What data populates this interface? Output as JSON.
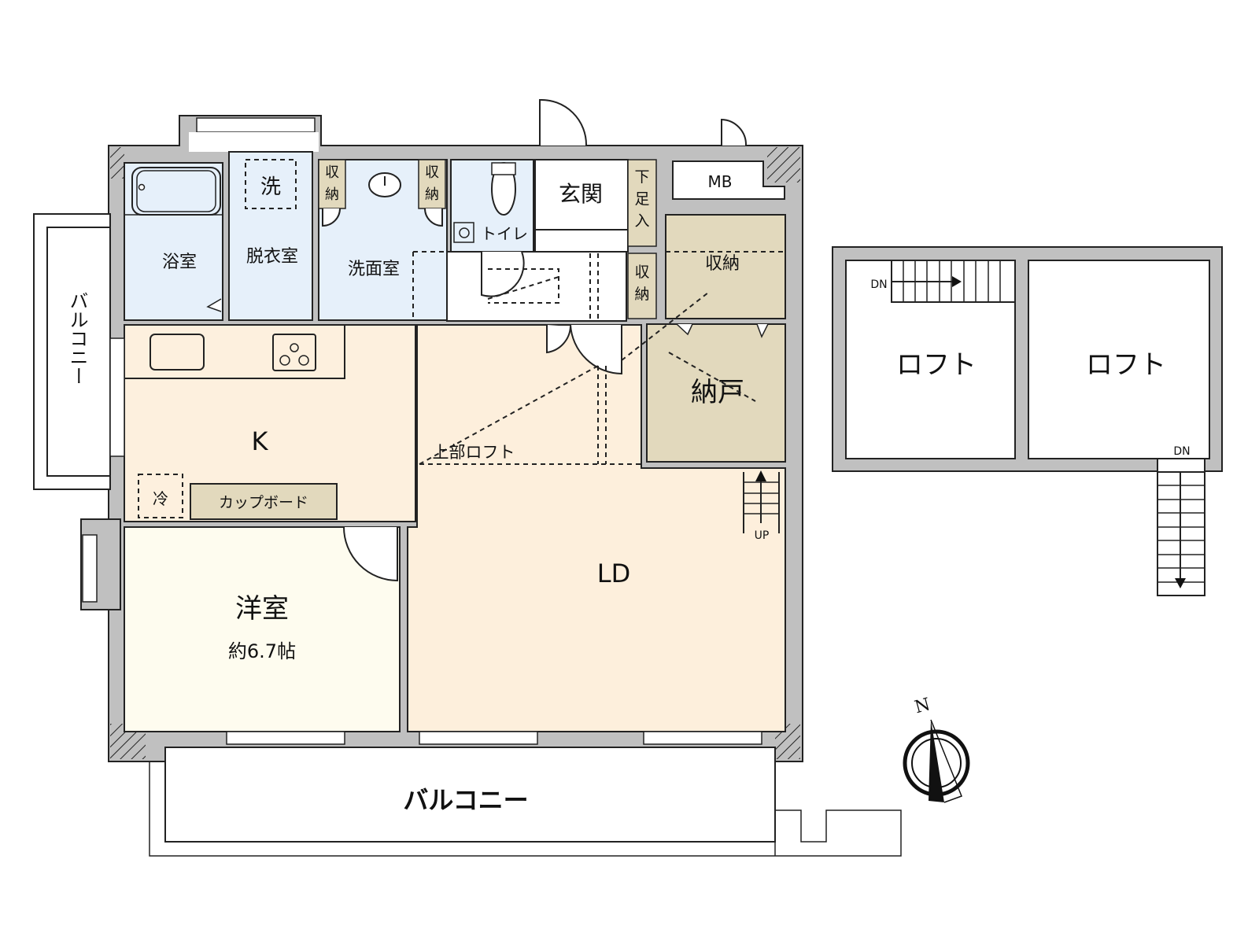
{
  "colors": {
    "wet_area": "#e6f0fa",
    "kitchen": "#fdf0de",
    "living": "#fdefdc",
    "bedroom": "#fefcef",
    "storage": "#e2d9bd",
    "wall": "#c0c0c0",
    "entry": "#ffffff"
  },
  "main_floor": {
    "rooms": {
      "bathroom": "浴室",
      "dressing_room": "脱衣室",
      "washing_machine": "洗",
      "washroom": "洗面室",
      "storage_left": "収納",
      "storage_right": "収納",
      "toilet": "トイレ",
      "entrance": "玄関",
      "shoe_cabinet": "下足入",
      "storage_hall": "収納",
      "meter_box": "MB",
      "storage_large": "収納",
      "closet": "納戸",
      "kitchen": "K",
      "fridge": "冷",
      "cupboard": "カップボード",
      "loft_above": "上部ロフト",
      "western_room": "洋室",
      "western_room_size": "約6.7帖",
      "living_dining": "LD",
      "stairs_up": "UP"
    },
    "balcony_west": "バルコニー",
    "balcony_south": "バルコニー"
  },
  "loft_floor": {
    "loft_left": "ロフト",
    "loft_right": "ロフト",
    "stairs_dn_top": "DN",
    "stairs_dn_bottom": "DN"
  },
  "compass": {
    "label": "N"
  }
}
